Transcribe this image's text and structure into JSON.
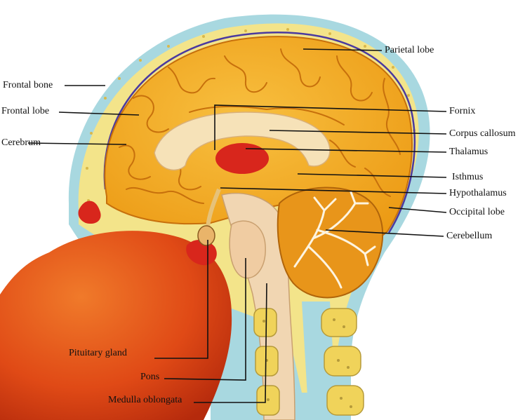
{
  "colors": {
    "background": "#ffffff",
    "scalp": "#a8d8e0",
    "skull": "#f3e48a",
    "brain": "#f2a81e",
    "brain_dark": "#c7700c",
    "cerebellum": "#e8951a",
    "thalamus": "#d8261c",
    "callosum": "#f6e2b8",
    "brainstem": "#f1d6b2",
    "nasal_cavity": "#e04a16",
    "vertebra": "#f0d35a",
    "meninges": "#4a3aa0",
    "leader_line": "#111111"
  },
  "labels": [
    {
      "id": "parietal-lobe",
      "text": "Parietal lobe"
    },
    {
      "id": "frontal-bone",
      "text": "Frontal bone"
    },
    {
      "id": "frontal-lobe",
      "text": "Frontal lobe"
    },
    {
      "id": "cerebrum",
      "text": "Cerebrum"
    },
    {
      "id": "fornix",
      "text": "Fornix"
    },
    {
      "id": "corpus-callosum",
      "text": "Corpus callosum"
    },
    {
      "id": "thalamus",
      "text": "Thalamus"
    },
    {
      "id": "isthmus",
      "text": "Isthmus"
    },
    {
      "id": "hypothalamus",
      "text": "Hypothalamus"
    },
    {
      "id": "occipital-lobe",
      "text": "Occipital lobe"
    },
    {
      "id": "cerebellum",
      "text": "Cerebellum"
    },
    {
      "id": "pituitary-gland",
      "text": "Pituitary gland"
    },
    {
      "id": "pons",
      "text": "Pons"
    },
    {
      "id": "medulla-oblongata",
      "text": "Medulla oblongata"
    }
  ]
}
